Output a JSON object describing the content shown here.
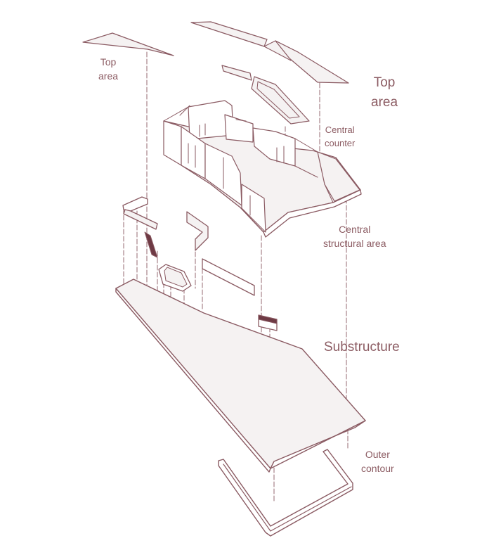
{
  "colors": {
    "line": "#8a5a62",
    "line_dark": "#6e3a44",
    "fill_light": "#f5f2f2",
    "fill_white": "#ffffff",
    "label": "#8c5c63"
  },
  "labels": {
    "top_area_left": [
      "Top",
      "area"
    ],
    "top_area_right": [
      "Top",
      "area"
    ],
    "central_counter": [
      "Central",
      "counter"
    ],
    "central_structural_area": [
      "Central",
      "structural area"
    ],
    "substructure": "Substructure",
    "outer_contour": [
      "Outer",
      "contour"
    ]
  }
}
